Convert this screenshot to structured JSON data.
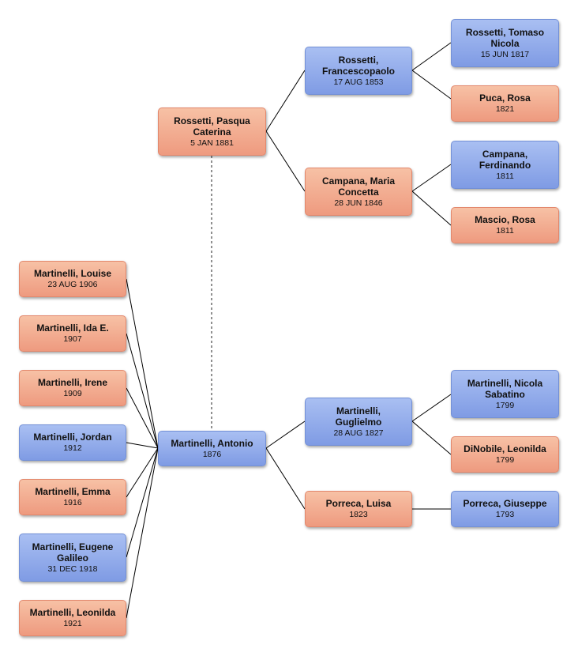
{
  "people": {
    "rossetti_pasqua": {
      "name": "Rossetti, Pasqua Caterina",
      "date": "5 JAN 1881",
      "sex": "female"
    },
    "rossetti_francescopaolo": {
      "name": "Rossetti, Francescopaolo",
      "date": "17 AUG 1853",
      "sex": "male"
    },
    "rossetti_tomaso": {
      "name": "Rossetti, Tomaso Nicola",
      "date": "15 JUN 1817",
      "sex": "male"
    },
    "puca_rosa": {
      "name": "Puca, Rosa",
      "date": "1821",
      "sex": "female"
    },
    "campana_maria": {
      "name": "Campana, Maria Concetta",
      "date": "28 JUN 1846",
      "sex": "female"
    },
    "campana_ferdinando": {
      "name": "Campana, Ferdinando",
      "date": "1811",
      "sex": "male"
    },
    "mascio_rosa": {
      "name": "Mascio, Rosa",
      "date": "1811",
      "sex": "female"
    },
    "martinelli_antonio": {
      "name": "Martinelli, Antonio",
      "date": "1876",
      "sex": "male"
    },
    "martinelli_guglielmo": {
      "name": "Martinelli, Guglielmo",
      "date": "28 AUG 1827",
      "sex": "male"
    },
    "martinelli_nicola": {
      "name": "Martinelli, Nicola Sabatino",
      "date": "1799",
      "sex": "male"
    },
    "dinobile_leonilda": {
      "name": "DiNobile, Leonilda",
      "date": "1799",
      "sex": "female"
    },
    "porreca_luisa": {
      "name": "Porreca, Luisa",
      "date": "1823",
      "sex": "female"
    },
    "porreca_giuseppe": {
      "name": "Porreca, Giuseppe",
      "date": "1793",
      "sex": "male"
    },
    "child_louise": {
      "name": "Martinelli, Louise",
      "date": "23 AUG 1906",
      "sex": "female"
    },
    "child_ida": {
      "name": "Martinelli, Ida E.",
      "date": "1907",
      "sex": "female"
    },
    "child_irene": {
      "name": "Martinelli, Irene",
      "date": "1909",
      "sex": "female"
    },
    "child_jordan": {
      "name": "Martinelli, Jordan",
      "date": "1912",
      "sex": "male"
    },
    "child_emma": {
      "name": "Martinelli, Emma",
      "date": "1916",
      "sex": "female"
    },
    "child_eugene": {
      "name": "Martinelli, Eugene Galileo",
      "date": "31 DEC 1918",
      "sex": "male"
    },
    "child_leonilda": {
      "name": "Martinelli, Leonilda",
      "date": "1921",
      "sex": "female"
    }
  },
  "colors": {
    "male": "#8aa4e8",
    "female": "#f2a98c",
    "line": "#000000"
  }
}
